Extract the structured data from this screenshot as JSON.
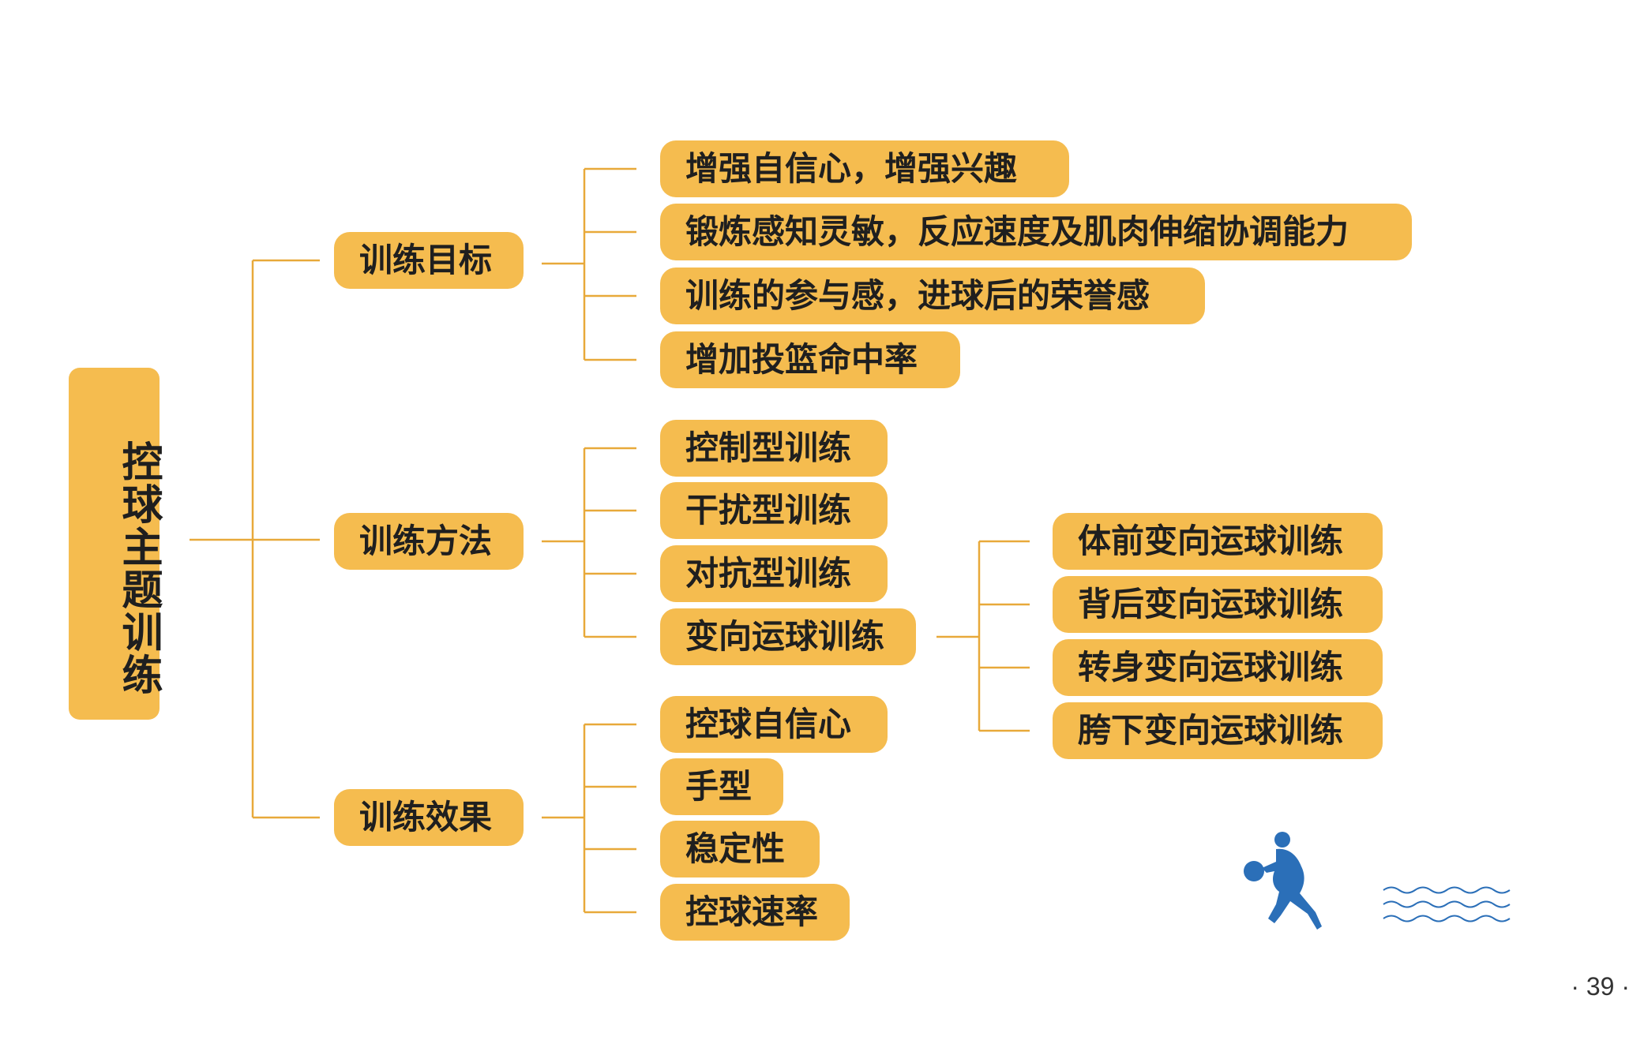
{
  "root": {
    "label": "控球主题训练"
  },
  "branches": {
    "goals": {
      "label": "训练目标",
      "items": [
        "增强自信心，增强兴趣",
        "锻炼感知灵敏，反应速度及肌肉伸缩协调能力",
        "训练的参与感，进球后的荣誉感",
        "增加投篮命中率"
      ]
    },
    "methods": {
      "label": "训练方法",
      "items": [
        "控制型训练",
        "干扰型训练",
        "对抗型训练",
        "变向运球训练"
      ],
      "sub_items": [
        "体前变向运球训练",
        "背后变向运球训练",
        "转身变向运球训练",
        "胯下变向运球训练"
      ]
    },
    "effects": {
      "label": "训练效果",
      "items": [
        "控球自信心",
        "手型",
        "稳定性",
        "控球速率"
      ]
    }
  },
  "page_number": "· 39 ·",
  "colors": {
    "node_fill": "#F5BC4F",
    "connector": "#E8A93A",
    "figure": "#2B6FB8"
  }
}
